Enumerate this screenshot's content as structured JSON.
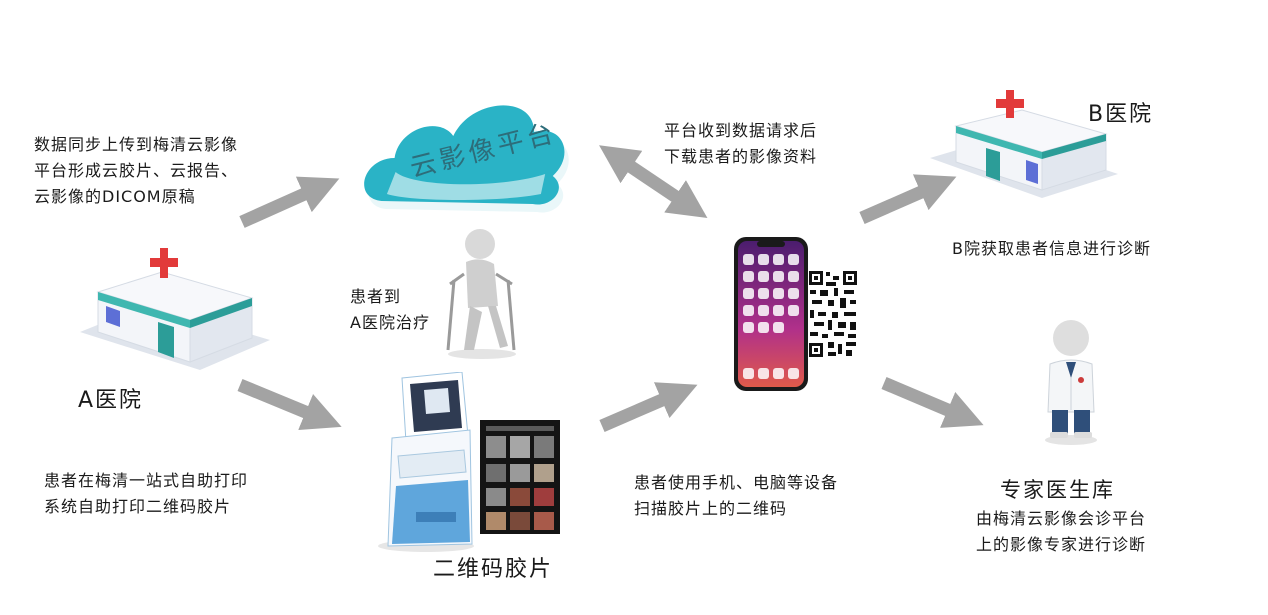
{
  "cloud": {
    "label": "云影像平台"
  },
  "hospital_a": {
    "label": "A医院"
  },
  "hospital_b": {
    "label": "B医院"
  },
  "upload_text": [
    "数据同步上传到梅清云影像",
    "平台形成云胶片、云报告、",
    "云影像的DICOM原稿"
  ],
  "patient_text": [
    "患者到",
    "A医院治疗"
  ],
  "print_text": [
    "患者在梅清一站式自助打印",
    "系统自助打印二维码胶片"
  ],
  "kiosk": {
    "label": "二维码胶片"
  },
  "platform_text": [
    "平台收到数据请求后",
    "下载患者的影像资料"
  ],
  "scan_text": [
    "患者使用手机、电脑等设备",
    "扫描胶片上的二维码"
  ],
  "b_text": "B院获取患者信息进行诊断",
  "expert": {
    "title": "专家医生库",
    "lines": [
      "由梅清云影像会诊平台",
      "上的影像专家进行诊断"
    ]
  },
  "colors": {
    "arrow": "#a3a3a3",
    "cloud": "#2ab3c6",
    "teal": "#3fb7b0",
    "red": "#e23a3a",
    "building": "#eef1f6"
  }
}
